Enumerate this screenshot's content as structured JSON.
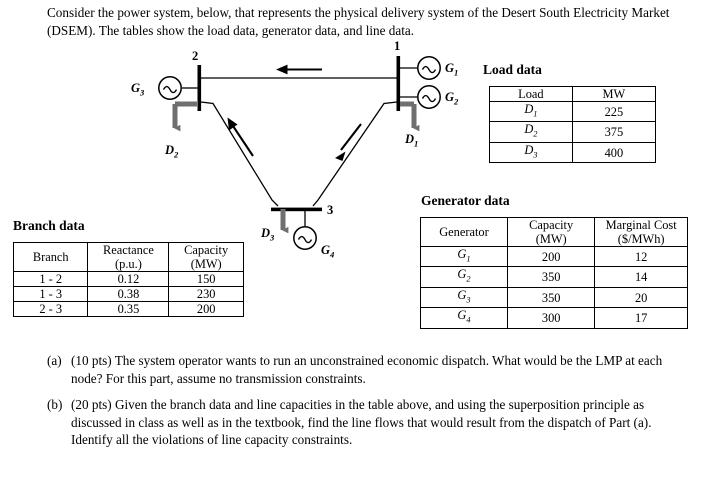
{
  "intro": {
    "text": "Consider the power system, below, that represents the physical delivery system of the Desert South Electricity Market (DSEM). The tables show the load data, generator data, and line data."
  },
  "diagram": {
    "name": "three-bus-power-system-one-line-diagram",
    "bus_labels": {
      "bus1": "1",
      "bus2": "2",
      "bus3": "3"
    },
    "generator_labels": {
      "g1": "G",
      "g1_sub": "1",
      "g2": "G",
      "g2_sub": "2",
      "g3": "G",
      "g3_sub": "3",
      "g4": "G",
      "g4_sub": "4"
    },
    "load_labels": {
      "d1": "D",
      "d1_sub": "1",
      "d2": "D",
      "d2_sub": "2",
      "d3": "D",
      "d3_sub": "3"
    },
    "flow_arrows": [
      "line-1-2-flow-toward-bus-2",
      "line-2-3-flow-toward-bus-2",
      "line-1-3-flow-toward-bus-3"
    ],
    "colors": {
      "line": "#000000",
      "load_arrow": "#6f6f6f",
      "bus_bar": "#000000"
    }
  },
  "branch_data": {
    "caption": "Branch data",
    "headers": [
      "Branch",
      "Reactance (p.u.)",
      "Capacity (MW)"
    ],
    "header_lines": [
      [
        "Branch",
        ""
      ],
      [
        "Reactance",
        "(p.u.)"
      ],
      [
        "Capacity",
        "(MW)"
      ]
    ],
    "rows": [
      {
        "branch": "1 - 2",
        "reactance": "0.12",
        "capacity": "150"
      },
      {
        "branch": "1 - 3",
        "reactance": "0.38",
        "capacity": "230"
      },
      {
        "branch": "2 - 3",
        "reactance": "0.35",
        "capacity": "200"
      }
    ]
  },
  "load_data": {
    "caption": "Load data",
    "headers": [
      "Load",
      "MW"
    ],
    "rows": [
      {
        "load": "D",
        "load_sub": "1",
        "mw": "225"
      },
      {
        "load": "D",
        "load_sub": "2",
        "mw": "375"
      },
      {
        "load": "D",
        "load_sub": "3",
        "mw": "400"
      }
    ]
  },
  "generator_data": {
    "caption": "Generator data",
    "headers": [
      "Generator",
      "Capacity (MW)",
      "Marginal Cost ($/MWh)"
    ],
    "header_lines": [
      [
        "Generator",
        ""
      ],
      [
        "Capacity",
        "(MW)"
      ],
      [
        "Marginal Cost",
        "($/MWh)"
      ]
    ],
    "rows": [
      {
        "gen": "G",
        "gen_sub": "1",
        "capacity": "200",
        "cost": "12"
      },
      {
        "gen": "G",
        "gen_sub": "2",
        "capacity": "350",
        "cost": "14"
      },
      {
        "gen": "G",
        "gen_sub": "3",
        "capacity": "350",
        "cost": "20"
      },
      {
        "gen": "G",
        "gen_sub": "4",
        "capacity": "300",
        "cost": "17"
      }
    ]
  },
  "questions": [
    {
      "marker": "(a)",
      "text": "(10 pts) The system operator wants to run an unconstrained economic dispatch. What would be the LMP at each node? For this part, assume no transmission constraints."
    },
    {
      "marker": "(b)",
      "text": "(20 pts) Given the branch data and line capacities in the table above, and using the superposition principle as discussed in class as well as in the textbook, find the line flows that would result from the dispatch of Part (a). Identify all the violations of line capacity constraints."
    }
  ]
}
